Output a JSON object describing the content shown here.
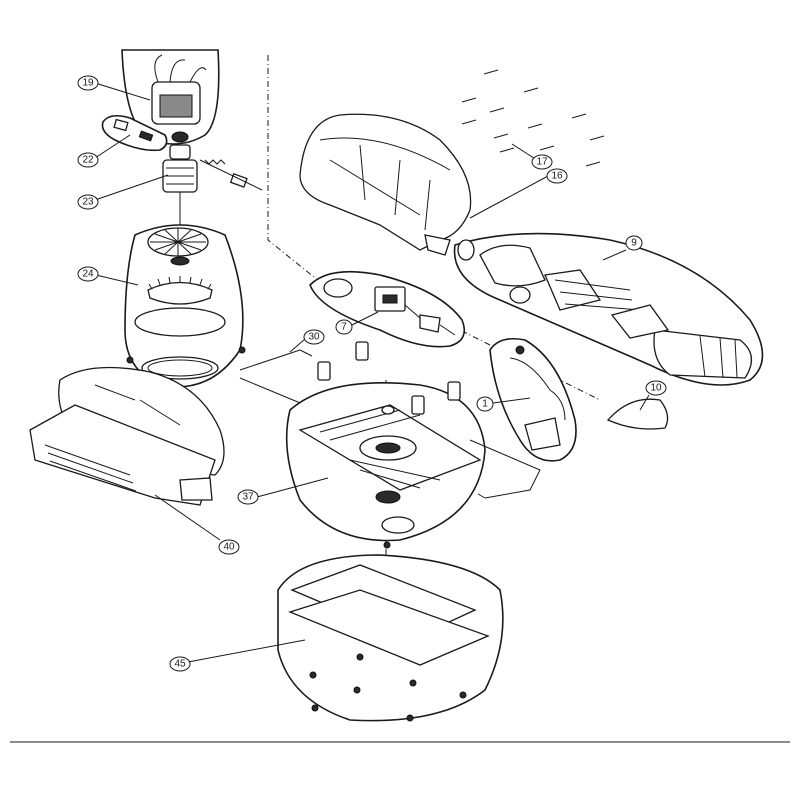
{
  "callouts": [
    {
      "id": "c19",
      "label": "19"
    },
    {
      "id": "c22",
      "label": "22"
    },
    {
      "id": "c23",
      "label": "23"
    },
    {
      "id": "c24",
      "label": "24"
    },
    {
      "id": "c30",
      "label": "30"
    },
    {
      "id": "c7",
      "label": "7"
    },
    {
      "id": "c17",
      "label": "17"
    },
    {
      "id": "c16",
      "label": "16"
    },
    {
      "id": "c9",
      "label": "9"
    },
    {
      "id": "c1",
      "label": "1"
    },
    {
      "id": "c10",
      "label": "10"
    },
    {
      "id": "c37",
      "label": "37"
    },
    {
      "id": "c40",
      "label": "40"
    },
    {
      "id": "c45",
      "label": "45"
    }
  ]
}
